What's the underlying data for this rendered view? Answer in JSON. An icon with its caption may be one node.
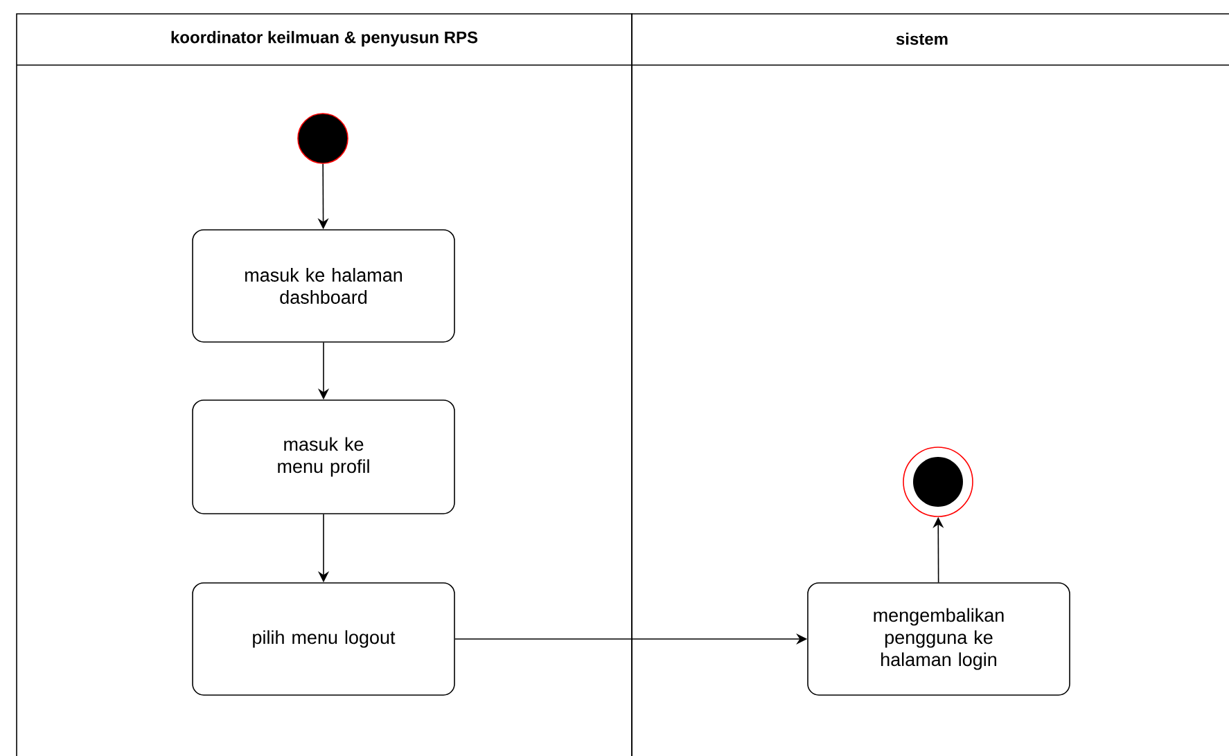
{
  "diagram": {
    "nodes": [
      {
        "text": [
          "koordinator keilmuan & penyusun RPS"
        ]
      },
      {
        "text": [
          "sistem"
        ]
      },
      {
        "text": [],
        "shape": "circle",
        "in": 0
      },
      {
        "text": [
          "masuk ke halaman dashboard"
        ],
        "in": 0
      },
      {
        "text": [
          "masuk ke menu profil"
        ],
        "in": 0
      },
      {
        "text": [
          "pilih menu logout"
        ],
        "in": 0
      },
      {
        "text": [
          "mengembalikan pengguna ke halaman login"
        ],
        "in": 1
      },
      {
        "text": [],
        "shape": "bullseye",
        "in": 1
      }
    ],
    "edges": [
      {
        "from": 2,
        "to": 3,
        "arrow": "to"
      },
      {
        "from": 3,
        "to": 4,
        "arrow": "to"
      },
      {
        "from": 4,
        "to": 5,
        "arrow": "to"
      },
      {
        "from": 5,
        "to": 6,
        "arrow": "to"
      },
      {
        "from": 6,
        "to": 7,
        "arrow": "to"
      }
    ]
  }
}
